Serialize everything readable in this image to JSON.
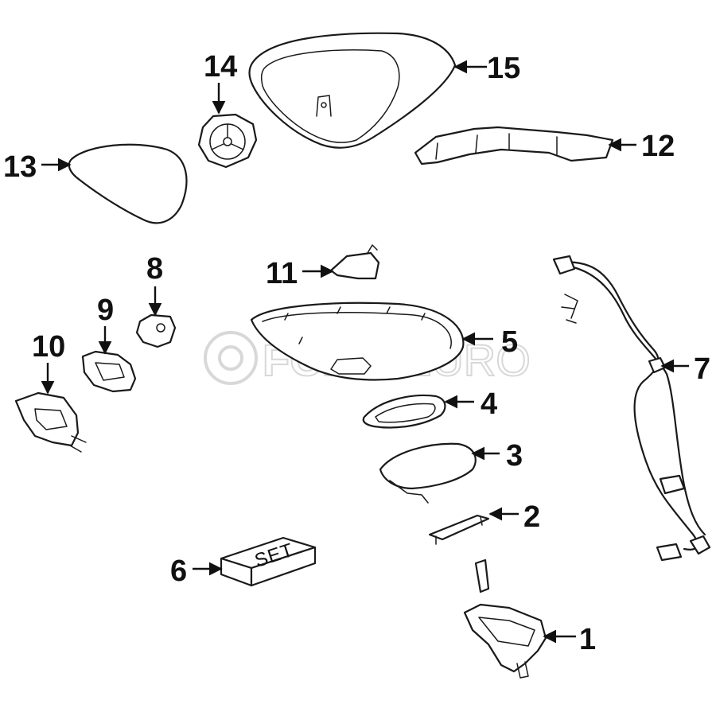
{
  "watermark": {
    "brand": "FCP",
    "suffix": "EURO",
    "registered": "®"
  },
  "set_label": "SET",
  "callouts": {
    "c1": "1",
    "c2": "2",
    "c3": "3",
    "c4": "4",
    "c5": "5",
    "c6": "6",
    "c7": "7",
    "c8": "8",
    "c9": "9",
    "c10": "10",
    "c11": "11",
    "c12": "12",
    "c13": "13",
    "c14": "14",
    "c15": "15"
  }
}
